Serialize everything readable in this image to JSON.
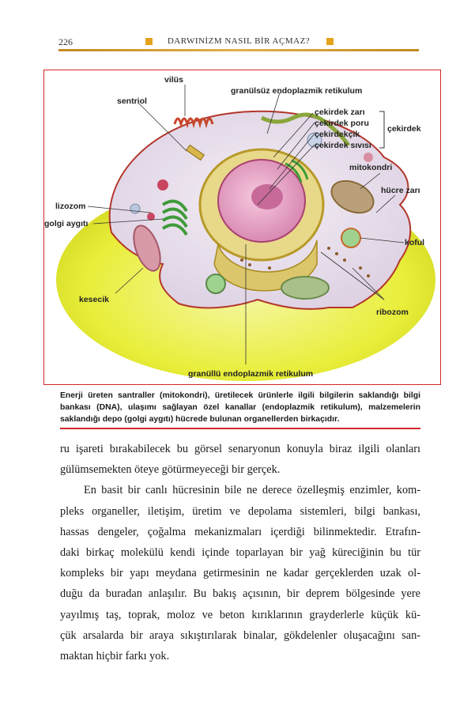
{
  "header": {
    "page_number": "226",
    "running_title": "DARWINİZM NASIL BİR AÇMAZ?"
  },
  "figure": {
    "labels": {
      "vilus": "vilüs",
      "sentriol": "sentriol",
      "smooth_er": "granülsüz endoplazmik retikulum",
      "nuclear_envelope": "çekirdek zarı",
      "nuclear_pore": "çekirdek poru",
      "nucleolus": "çekirdekçik",
      "nucleoplasm": "çekirdek sıvısı",
      "nucleus": "çekirdek",
      "mitochondria": "mitokondri",
      "cell_membrane": "hücre zarı",
      "lysosome": "lizozom",
      "golgi": "golgi aygıtı",
      "vacuole": "koful",
      "vesicle": "kesecik",
      "ribosome": "ribozom",
      "rough_er": "granüllü endoplazmik retikulum"
    }
  },
  "caption": "Enerji üreten santraller (mitokondri), üretilecek ürünlerle ilgili bilgilerin saklandığı bilgi bankası (DNA), ulaşımı sağlayan özel kanallar (endoplazmik retikulum), malzemelerin saklandığı depo (golgi aygıtı) hücrede bulunan organellerden birkaçıdır.",
  "body": {
    "p1": [
      "ru işareti bırakabilecek bu görsel senaryonun konuyla biraz ilgili olanları",
      "gülümsemekten öteye götürmeyeceği bir gerçek."
    ],
    "p2": [
      "En basit bir canlı hücresinin bile ne derece özelleşmiş enzimler, kom-",
      "pleks organeller, iletişim, üretim ve depolama sistemleri, bilgi bankası,",
      "hassas dengeler, çoğalma mekanizmaları içerdiği bilinmektedir. Etrafın-",
      "daki birkaç molekülü kendi içinde toparlayan bir yağ küreciğinin bu tür",
      "kompleks bir yapı meydana getirmesinin ne kadar gerçeklerden uzak ol-",
      "duğu da buradan anlaşılır. Bu bakış açısının, bir deprem bölgesinde yere",
      "yayılmış taş, toprak, moloz ve beton kırıklarının grayderlerle küçük kü-",
      "çük arsalarda bir araya sıkıştırılarak binalar, gökdelenler oluşacağını san-",
      "maktan hiçbir farkı yok."
    ]
  },
  "colors": {
    "accent_red": "#d2262b",
    "header_gold": "#e3a41b",
    "cytoplasm_yellow": "#e9ee3a",
    "nucleus_pink": "#e9a6c8"
  }
}
